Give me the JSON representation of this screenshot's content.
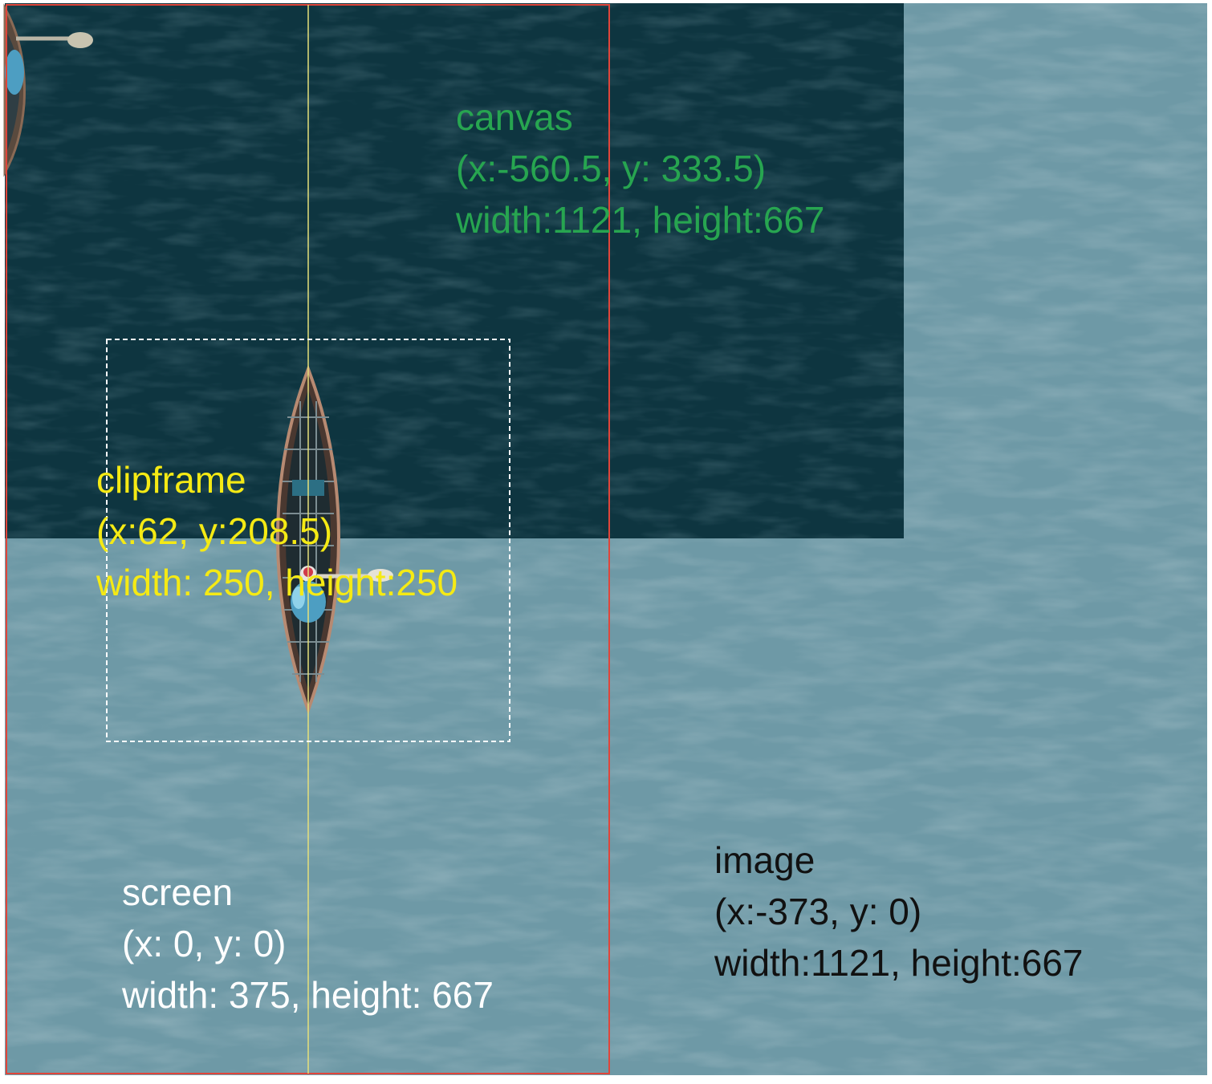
{
  "colors": {
    "water_light": "#6e99a6",
    "water_dark": "#0e3540",
    "canvas_label": "#27a550",
    "clipframe_label": "#f5ea14",
    "screen_label": "#ffffff",
    "image_label": "#111111",
    "screen_border": "#e0453a",
    "center_line": "#e6e07a",
    "clip_border": "#ffffff"
  },
  "labels": {
    "canvas": {
      "name": "canvas",
      "position": "(x:-560.5, y: 333.5)",
      "size": "width:1121, height:667"
    },
    "clipframe": {
      "name": "clipframe",
      "position": "(x:62, y:208.5)",
      "size": "width: 250, height:250"
    },
    "screen": {
      "name": "screen",
      "position": "(x: 0, y: 0)",
      "size": "width: 375, height: 667"
    },
    "image": {
      "name": "image",
      "position": "(x:-373, y: 0)",
      "size": "width:1121, height:667"
    }
  }
}
